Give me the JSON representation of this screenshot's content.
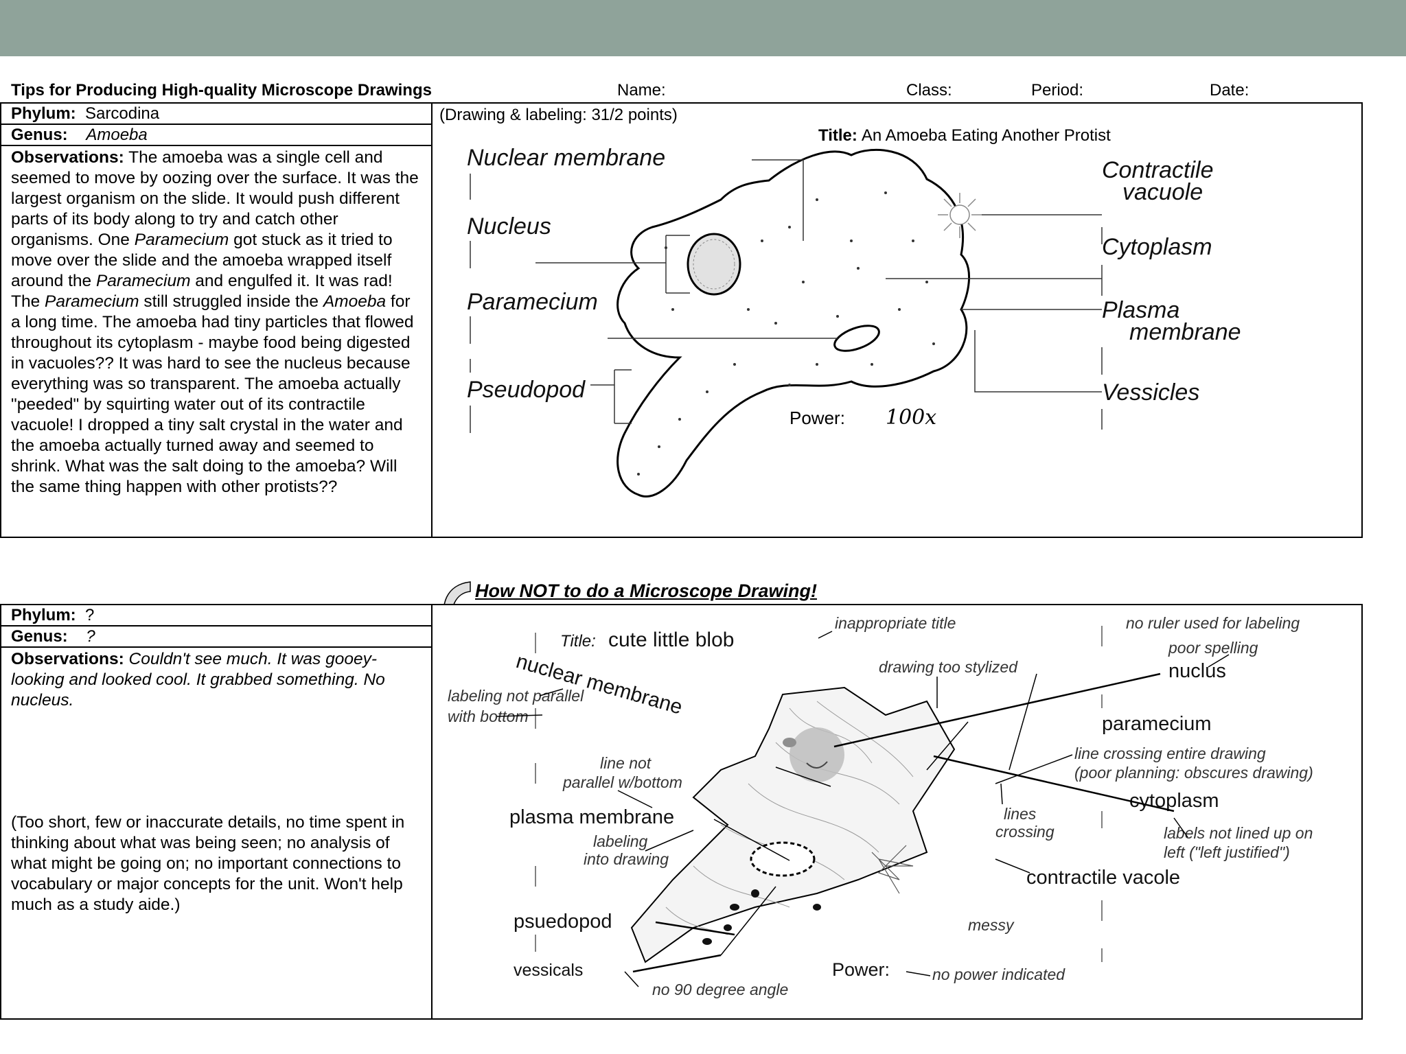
{
  "header": {
    "title": "Tips for Producing High-quality Microscope Drawings",
    "name_label": "Name:",
    "class_label": "Class:",
    "period_label": "Period:",
    "date_label": "Date:"
  },
  "good": {
    "phylum_label": "Phylum:",
    "phylum_value": "Sarcodina",
    "genus_label": "Genus:",
    "genus_value": "Amoeba",
    "obs_label": "Observations:",
    "obs_parts": [
      " The amoeba was a single cell and seemed to move by oozing over the surface. It was the largest organism on the slide. It would push different parts of its body along to try and catch other organisms.  One ",
      "Paramecium",
      " got stuck as it tried to move over the slide and the amoeba wrapped itself around the ",
      "Paramecium",
      " and engulfed it.  It was rad!  The ",
      "Paramecium",
      " still struggled inside the ",
      "Amoeba",
      " for a long time.  The amoeba had tiny particles that flowed throughout its cytoplasm - maybe food being digested in vacuoles??  It was hard to see the nucleus because everything was so transparent.  The amoeba actually \"peeded\" by squirting water out of its contractile vacuole!  I dropped a tiny salt crystal in the water and the amoeba actually turned away and seemed to shrink.  What was the salt doing to the amoeba? Will the same thing happen with other protists??"
    ],
    "points_note": "(Drawing & labeling: 31/2 points)",
    "title_label": "Title:",
    "title_value": "An Amoeba Eating Another Protist",
    "labels_left": [
      "Nuclear membrane",
      "Nucleus",
      "Paramecium",
      "Pseudopod"
    ],
    "labels_right": [
      "Contractile",
      "vacuole",
      "Cytoplasm",
      "Plasma",
      "membrane",
      "Vessicles"
    ],
    "power_label": "Power:",
    "power_value": "100x"
  },
  "bad": {
    "heading": "How NOT to do a Microscope Drawing!",
    "phylum_label": "Phylum:",
    "phylum_value": "?",
    "genus_label": "Genus:",
    "genus_value": "?",
    "obs_label": "Observations:",
    "obs_text": " Couldn't see much.  It was gooey-looking and looked cool.  It grabbed something.  No nucleus.",
    "critique": "(Too short, few or inaccurate details, no time spent in thinking about what was being seen; no analysis of what might be going on; no important connections to vocabulary or major concepts for the unit.  Won't help much as a study aide.)",
    "drawing_title_prefix": "Title:",
    "drawing_title": "cute little blob",
    "labels": {
      "nuclear_membrane": "nuclear membrane",
      "plasma_membrane": "plasma membrane",
      "psuedopod": "psuedopod",
      "vessicals": "vessicals",
      "nuclus": "nuclus",
      "paramecium": "paramecium",
      "cytoplasm": "cytoplasm",
      "contractile_vacole": "contractile vacole",
      "power": "Power:"
    },
    "notes": {
      "inappropriate_title": "inappropriate title",
      "no_ruler": "no ruler used for labeling",
      "poor_spelling": "poor spelling",
      "too_stylized": "drawing too stylized",
      "not_parallel_1": "labeling not parallel",
      "not_parallel_2": "with bottom",
      "line_not_1": "line not",
      "line_not_2": "parallel w/bottom",
      "crossing_1": "line crossing entire drawing",
      "crossing_2": "(poor planning: obscures drawing)",
      "lines_1": "lines",
      "lines_2": "crossing",
      "into_1": "labeling",
      "into_2": "into drawing",
      "not_lined_1": "labels not lined up on",
      "not_lined_2": "left (\"left justified\")",
      "messy": "messy",
      "no_90": "no 90 degree angle",
      "no_power": "no power indicated"
    }
  }
}
